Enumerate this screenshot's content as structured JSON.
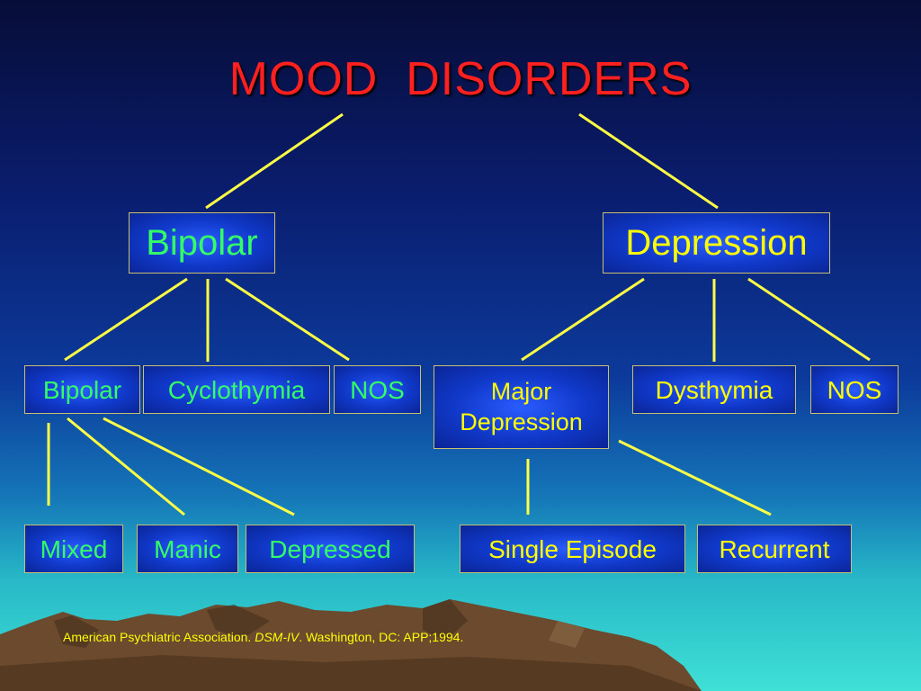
{
  "slide": {
    "title": "MOOD  DISORDERS"
  },
  "tree": {
    "bipolar": {
      "label": "Bipolar",
      "children": [
        {
          "label": "Bipolar",
          "children": [
            "Mixed",
            "Manic",
            "Depressed"
          ]
        },
        {
          "label": "Cyclothymia"
        },
        {
          "label": "NOS"
        }
      ]
    },
    "depression": {
      "label": "Depression",
      "children": [
        {
          "label_line1": "Major",
          "label_line2": "Depression",
          "children": [
            "Single Episode",
            "Recurrent"
          ]
        },
        {
          "label": "Dysthymia"
        },
        {
          "label": "NOS"
        }
      ]
    }
  },
  "citation": {
    "prefix": "American Psychiatric Association. ",
    "italic": "DSM-IV",
    "suffix": ". Washington, DC: APP;1994."
  },
  "colors": {
    "title": "#ff2020",
    "connector": "#ffff44",
    "bipolar_branch_text": "#33ff66",
    "depression_branch_text": "#ffff00",
    "mountain": "#6b4a2e"
  }
}
